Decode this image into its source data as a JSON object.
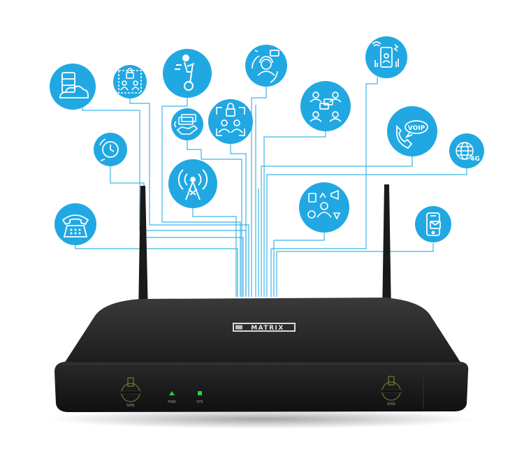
{
  "device": {
    "brand": "MATRIX",
    "port_left": "SIM1",
    "port_right": "SIM2",
    "led_power": "PWR",
    "led_status": "STS"
  },
  "colors": {
    "icon_blue": "#21a8e2",
    "line_blue": "#3eb3e6",
    "router_body": "#1f1f1f",
    "led_green": "#27d24b"
  },
  "features": [
    {
      "icon": "server-cloud-icon"
    },
    {
      "icon": "team-lock-icon"
    },
    {
      "icon": "segway-person-icon"
    },
    {
      "icon": "support-agent-icon"
    },
    {
      "icon": "smartphone-wireless-icon"
    },
    {
      "icon": "analog-clock-icon"
    },
    {
      "icon": "money-hand-icon"
    },
    {
      "icon": "secure-group-icon"
    },
    {
      "icon": "group-chat-icon"
    },
    {
      "icon": "voip-phone-icon"
    },
    {
      "icon": "globe-4g-icon"
    },
    {
      "icon": "radio-tower-icon"
    },
    {
      "icon": "marketing-person-icon"
    },
    {
      "icon": "desk-telephone-icon"
    },
    {
      "icon": "mobile-message-icon"
    }
  ],
  "labels": {
    "voip": "VOIP",
    "four_g": "4G"
  }
}
